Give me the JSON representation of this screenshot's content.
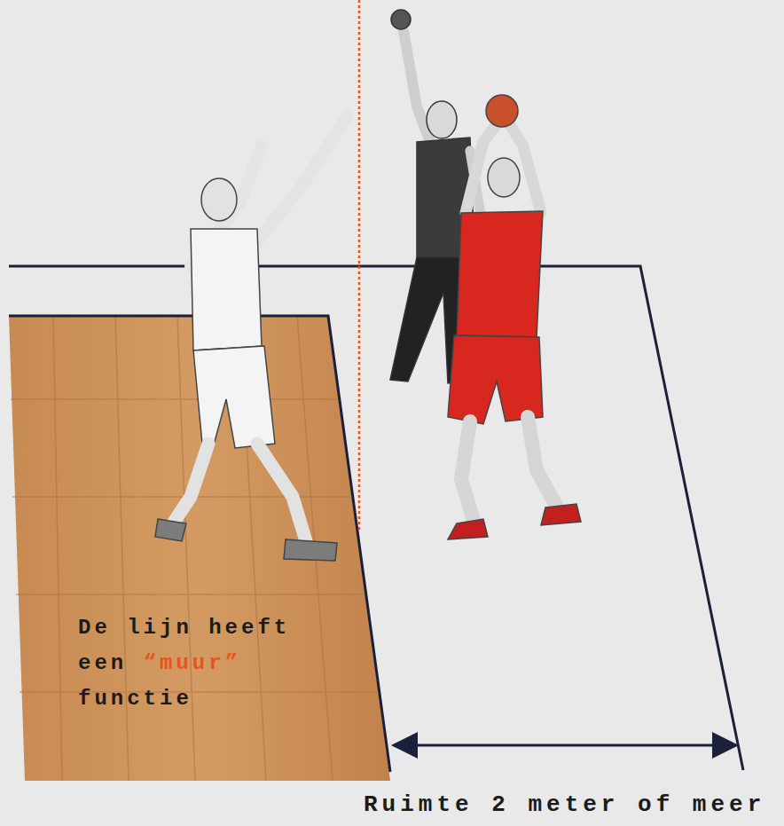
{
  "diagram": {
    "labels": [
      "De lijn heeft een",
      "“muur”",
      "functie",
      "Ruimte 2 meter of meer"
    ]
  }
}
